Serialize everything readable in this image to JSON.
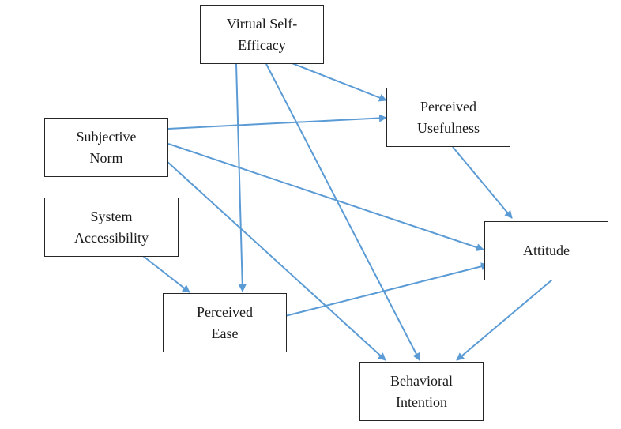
{
  "diagram": {
    "edge_color": "#5b9bd5",
    "nodes": [
      {
        "id": "vse",
        "label": "Virtual Self-\nEfficacy"
      },
      {
        "id": "sn",
        "label": "Subjective\nNorm"
      },
      {
        "id": "sa",
        "label": "System\nAccessibility"
      },
      {
        "id": "pu",
        "label": "Perceived\nUsefulness"
      },
      {
        "id": "att",
        "label": "Attitude"
      },
      {
        "id": "pe",
        "label": "Perceived\nEase"
      },
      {
        "id": "bi",
        "label": "Behavioral\nIntention"
      }
    ],
    "edges": [
      {
        "from": "vse",
        "to": "pu"
      },
      {
        "from": "vse",
        "to": "pe"
      },
      {
        "from": "vse",
        "to": "bi"
      },
      {
        "from": "sn",
        "to": "pu"
      },
      {
        "from": "sn",
        "to": "att"
      },
      {
        "from": "sn",
        "to": "bi"
      },
      {
        "from": "sa",
        "to": "pe"
      },
      {
        "from": "pu",
        "to": "att"
      },
      {
        "from": "pe",
        "to": "att"
      },
      {
        "from": "att",
        "to": "bi"
      }
    ]
  }
}
